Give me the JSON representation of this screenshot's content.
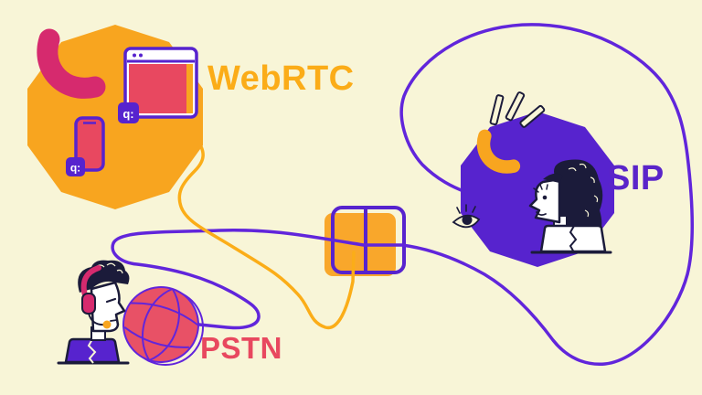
{
  "illustration": {
    "labels": {
      "webrtc": "WebRTC",
      "sip": "SIP",
      "pstn": "PSTN"
    },
    "badges": {
      "label": "q:"
    },
    "icons": [
      "phone-handset-icon",
      "browser-window-icon",
      "mobile-phone-icon",
      "q-badge",
      "gateway-icon",
      "globe-icon",
      "eye-icon",
      "ringing-marks-icon",
      "operator-man-avatar",
      "operator-woman-avatar",
      "connector-line"
    ],
    "colors": {
      "background": "#F8F5D7",
      "orange": "#F8A51F",
      "orange_line": "#FBAD18",
      "magenta": "#D62A6E",
      "red": "#E84860",
      "globe_red": "#E85166",
      "purple": "#5723CE",
      "purple_line": "#6125DB",
      "navy": "#1B1B3A"
    }
  }
}
